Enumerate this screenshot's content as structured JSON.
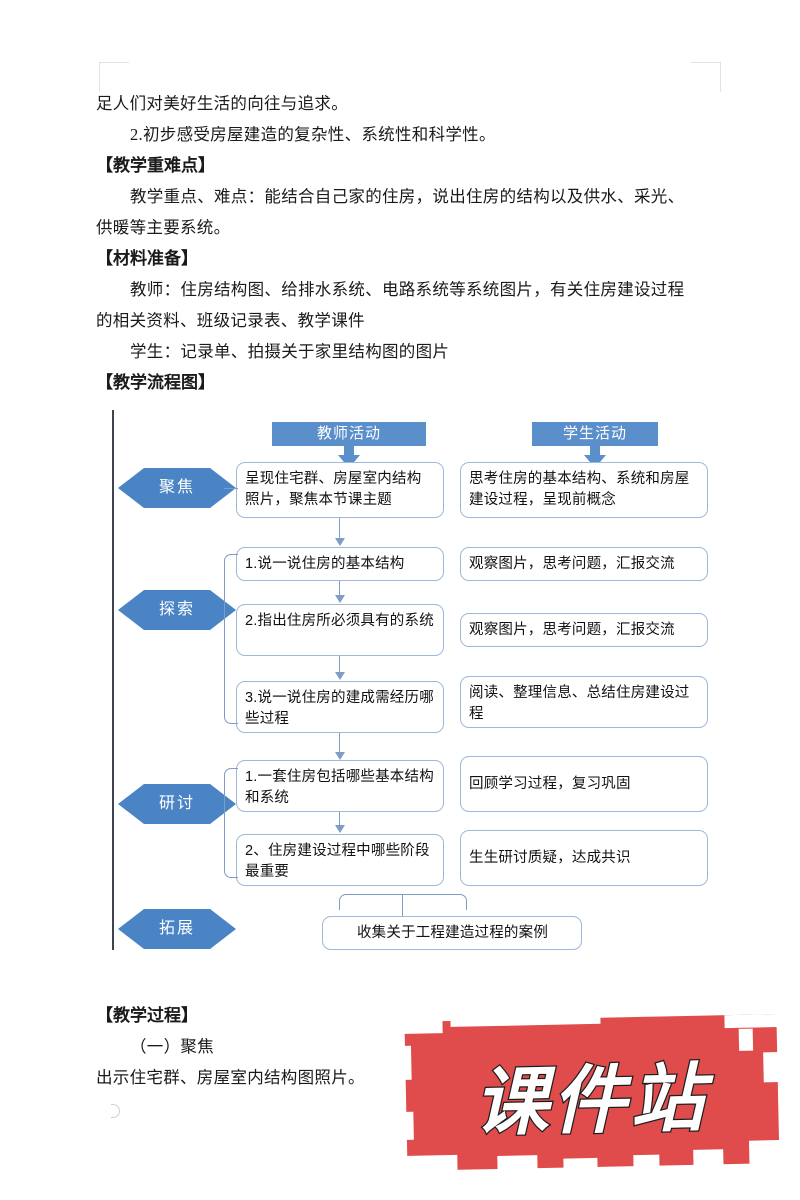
{
  "document": {
    "body_lines": [
      {
        "text": "足人们对美好生活的向往与追求。",
        "style": "plain"
      },
      {
        "text": "2.初步感受房屋建造的复杂性、系统性和科学性。",
        "style": "indent"
      },
      {
        "text": "【教学重难点】",
        "style": "heading"
      },
      {
        "text": "教学重点、难点：能结合自己家的住房，说出住房的结构以及供水、采光、",
        "style": "indent"
      },
      {
        "text": "供暖等主要系统。",
        "style": "plain"
      },
      {
        "text": "【材料准备】",
        "style": "heading"
      },
      {
        "text": "教师：住房结构图、给排水系统、电路系统等系统图片，有关住房建设过程",
        "style": "indent"
      },
      {
        "text": "的相关资料、班级记录表、教学课件",
        "style": "plain"
      },
      {
        "text": "学生：记录单、拍摄关于家里结构图的图片",
        "style": "indent"
      },
      {
        "text": "【教学流程图】",
        "style": "heading"
      }
    ],
    "tail_lines": [
      {
        "text": "【教学过程】",
        "style": "heading"
      },
      {
        "text": "（一）聚焦",
        "style": "indent"
      },
      {
        "text": "出示住宅群、房屋室内结构图照片。",
        "style": "plain"
      }
    ]
  },
  "flowchart": {
    "column_headers": [
      {
        "label": "教师活动"
      },
      {
        "label": "学生活动"
      }
    ],
    "stages": [
      {
        "label": "聚焦"
      },
      {
        "label": "探索"
      },
      {
        "label": "研讨"
      },
      {
        "label": "拓展"
      }
    ],
    "teacher_boxes": [
      {
        "text": "呈现住宅群、房屋室内结构照片，聚焦本节课主题"
      },
      {
        "text": "1.说一说住房的基本结构"
      },
      {
        "text": "2.指出住房所必须具有的系统"
      },
      {
        "text": "3.说一说住房的建成需经历哪些过程"
      },
      {
        "text": "1.一套住房包括哪些基本结构和系统"
      },
      {
        "text": "2、住房建设过程中哪些阶段最重要"
      }
    ],
    "student_boxes": [
      {
        "text": "思考住房的基本结构、系统和房屋建设过程，呈现前概念"
      },
      {
        "text": "观察图片，思考问题，汇报交流"
      },
      {
        "text": "观察图片，思考问题，汇报交流"
      },
      {
        "text": "阅读、整理信息、总结住房建设过程"
      },
      {
        "text": "回顾学习过程，复习巩固"
      },
      {
        "text": "生生研讨质疑，达成共识"
      }
    ],
    "final_box": {
      "text": "收集关于工程建造过程的案例"
    },
    "colors": {
      "header_fill": "#5B8FCB",
      "diamond_fill": "#4A84C4",
      "box_border": "#9FB8D8",
      "connector": "#7E9CC4",
      "spine": "#3E4450"
    }
  },
  "watermark": {
    "text": "课件站",
    "color": "#E04B4B"
  }
}
